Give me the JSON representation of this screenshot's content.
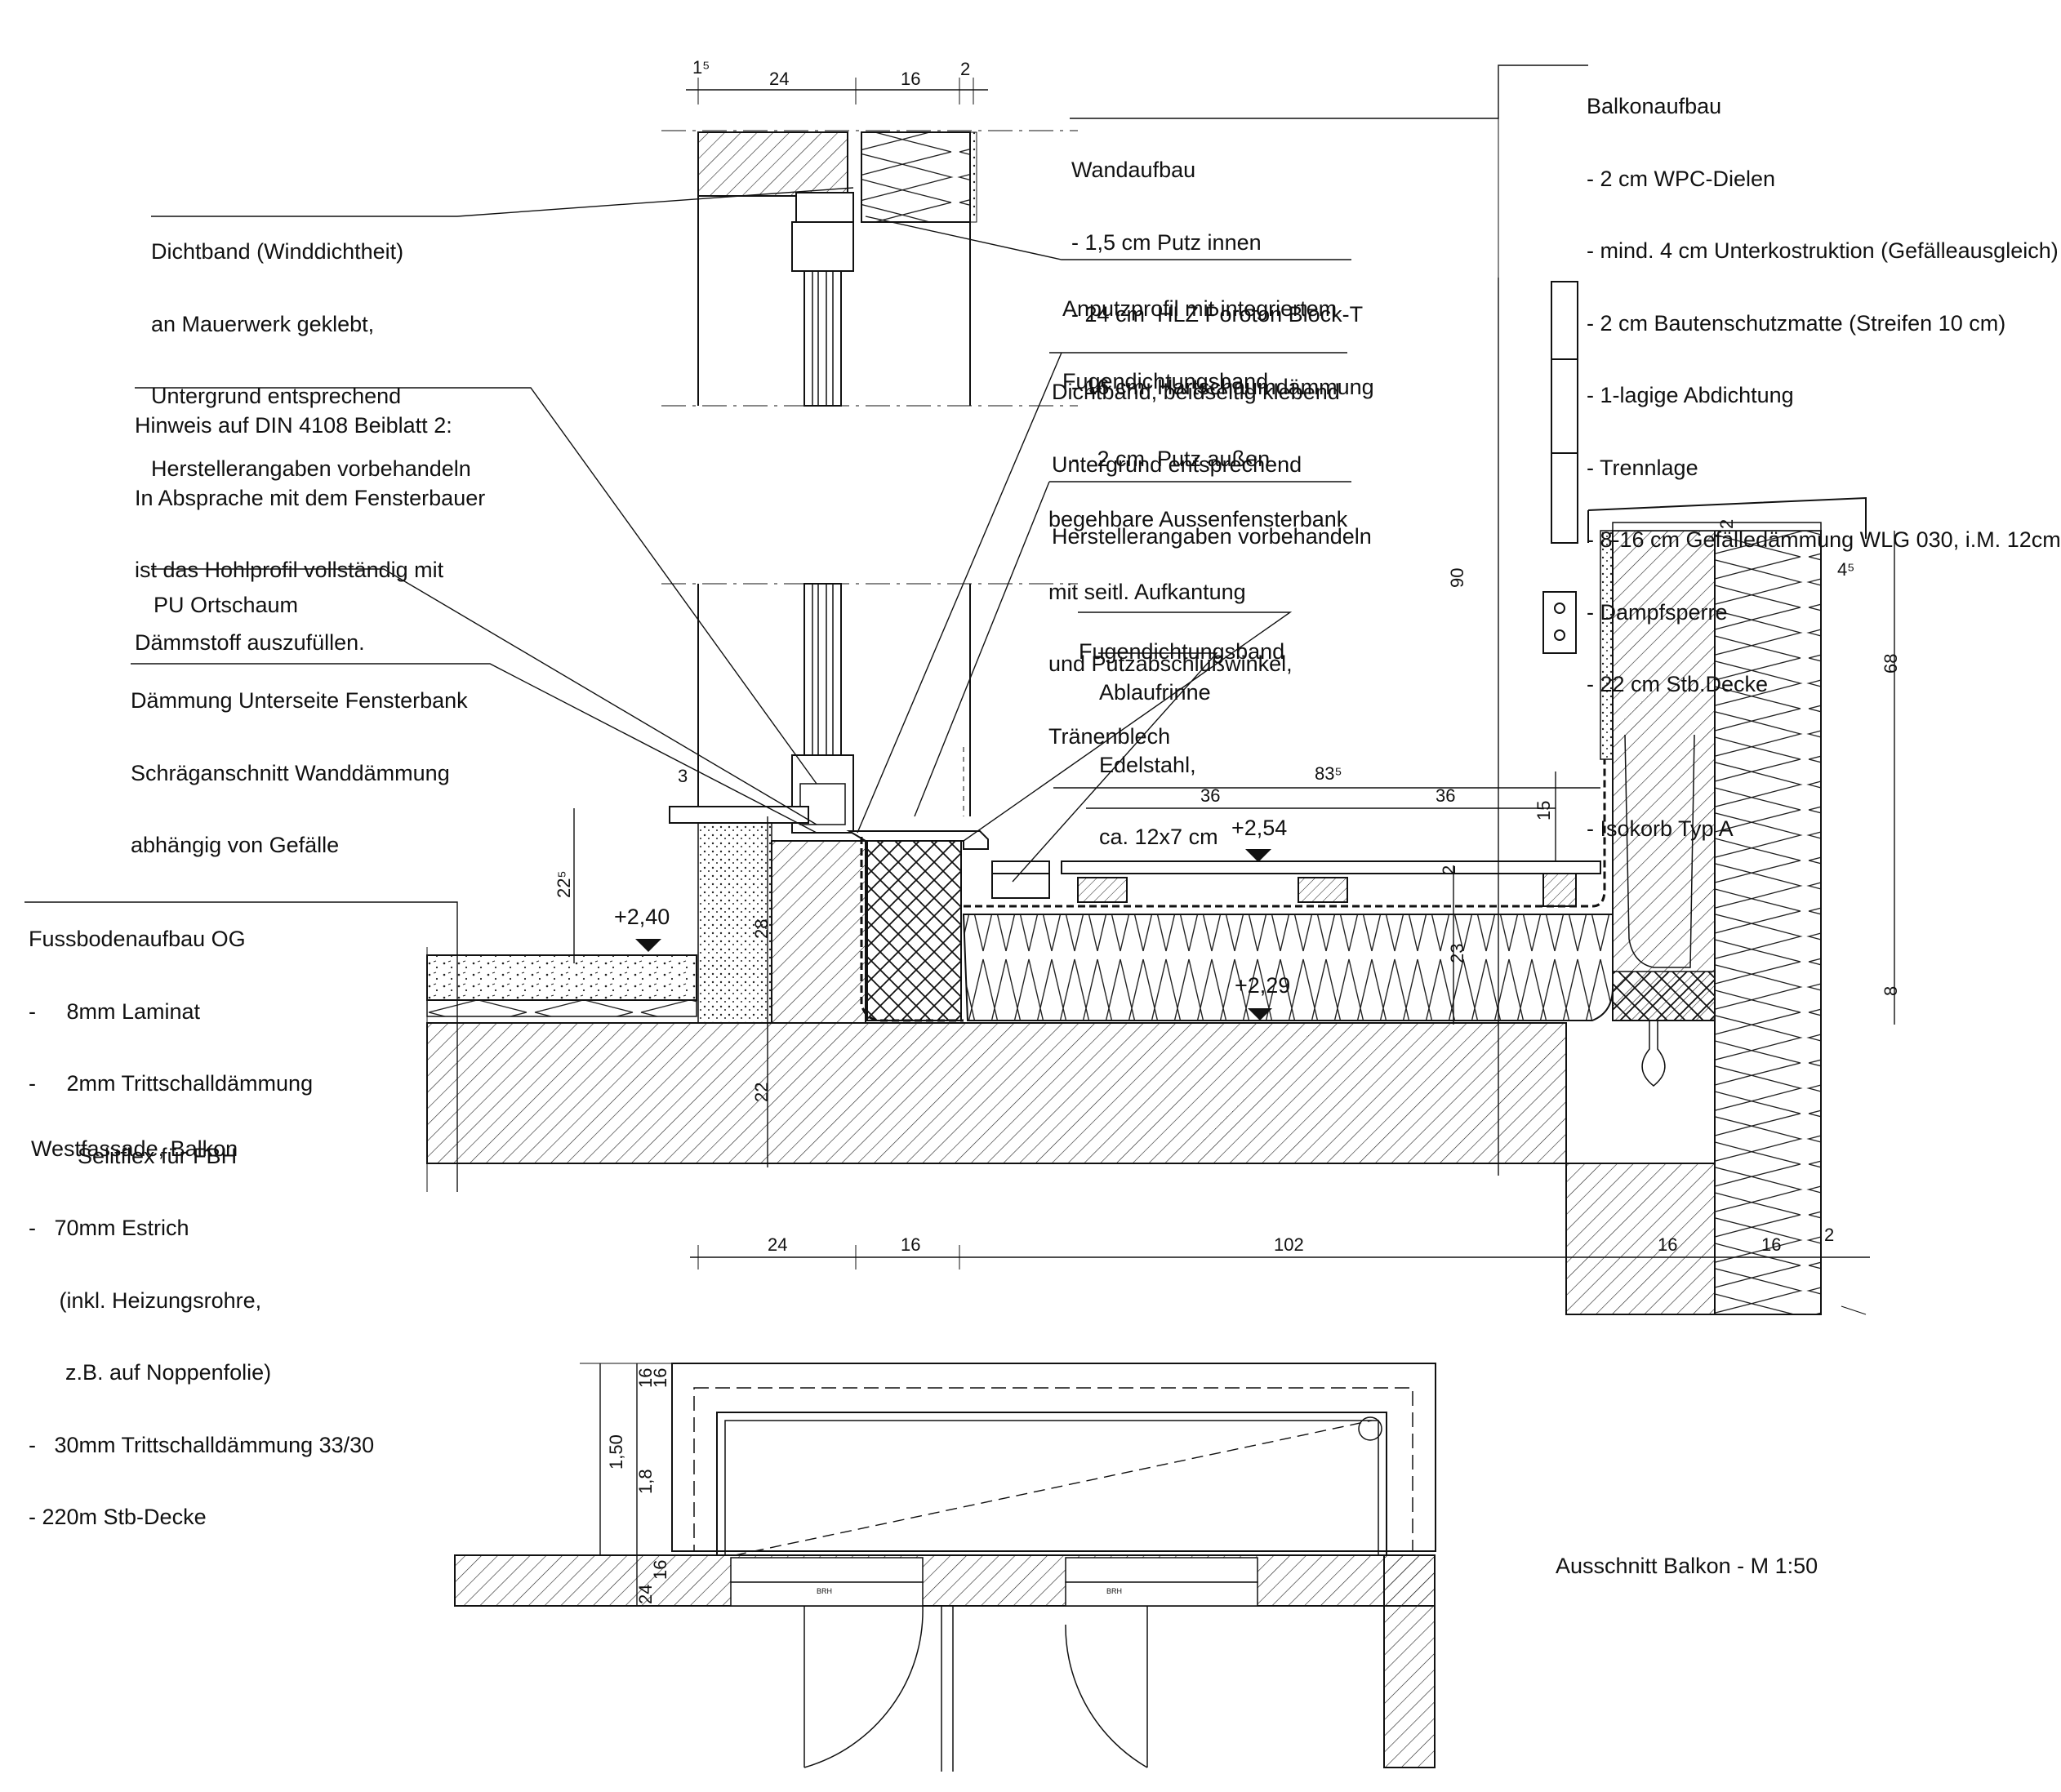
{
  "annotations": {
    "wandaufbau": {
      "heading": "Wandaufbau",
      "lines": [
        "- 1,5 cm Putz innen",
        "- 24 cm  HLZ Poroton Block-T",
        "- 16 cm  Hartschaumdämmung",
        "-   2 cm  Putz außen"
      ]
    },
    "balkonaufbau": {
      "heading": "Balkonaufbau",
      "lines": [
        "- 2 cm WPC-Dielen",
        "- mind. 4 cm Unterkostruktion (Gefälleausgleich)",
        "- 2 cm Bautenschutzmatte (Streifen 10 cm)",
        "- 1-lagige Abdichtung",
        "- Trennlage",
        "- 8-16 cm Gefälledämmung WLG 030, i.M. 12cm",
        "- Dampfsperre",
        "- 22 cm Stb.Decke",
        "",
        "- Isokorb Typ A"
      ]
    },
    "dichtband_wind": {
      "heading": "Dichtband (Winddichtheit)",
      "lines": [
        "an Mauerwerk geklebt,",
        "Untergrund entsprechend",
        "Herstellerangaben vorbehandeln"
      ]
    },
    "anputzprofil": {
      "heading": "Anputzprofil mit integriertem",
      "lines": [
        "Fugendichtungsband"
      ]
    },
    "dichtband_klebend": {
      "heading": "Dichtband, beidseitig klebend",
      "lines": [
        "Untergrund entsprechend",
        "Herstellerangaben vorbehandeln"
      ]
    },
    "hinweis_din": {
      "heading": "Hinweis auf DIN 4108 Beiblatt 2:",
      "lines": [
        "In Absprache mit dem Fensterbauer",
        "ist das Hohlprofil vollständig mit",
        "Dämmstoff auszufüllen."
      ]
    },
    "fensterbank": {
      "heading": "begehbare Aussenfensterbank",
      "lines": [
        "mit seitl. Aufkantung",
        "und Putzabschlußwinkel,",
        "Tränenblech"
      ]
    },
    "pu_ortschaum": {
      "heading": "PU Ortschaum",
      "lines": []
    },
    "fugendichtungsband": {
      "heading": "Fugendichtungsband",
      "lines": []
    },
    "ablaufrinne": {
      "heading": "Ablaufrinne",
      "lines": [
        "Edelstahl,",
        "ca. 12x7 cm"
      ]
    },
    "daemmung_unterseite": {
      "heading": "Dämmung Unterseite Fensterbank",
      "lines": [
        "Schräganschnitt Wanddämmung",
        "abhängig von Gefälle"
      ]
    },
    "fussboden": {
      "heading": "Fussbodenaufbau OG",
      "lines": [
        "-     8mm Laminat",
        "-     2mm Trittschalldämmung",
        "        Selitflex für FBH",
        "-   70mm Estrich",
        "     (inkl. Heizungsrohre,",
        "      z.B. auf Noppenfolie)",
        "-   30mm Trittschalldämmung 33/30",
        "- 220m Stb-Decke"
      ]
    }
  },
  "captions": {
    "section": "Westfassade, Balkon",
    "plan": "Ausschnitt Balkon - M 1:50"
  },
  "levels": {
    "floor": "+2,40",
    "deck": "+2,54",
    "slab": "+2,29"
  },
  "dimensions": {
    "top": [
      "1⁵",
      "24",
      "16",
      "2"
    ],
    "bottom": [
      "24",
      "16",
      "102",
      "16",
      "16",
      "2"
    ],
    "balcony": [
      "83⁵",
      "36",
      "36"
    ],
    "vertical": [
      "90",
      "68",
      "8",
      "23",
      "22",
      "28",
      "22⁵",
      "15",
      "2",
      "2",
      "4⁵"
    ],
    "small": [
      "3"
    ],
    "plan": [
      "1,50",
      "1,8",
      "16",
      "16",
      "24",
      "16"
    ]
  },
  "plan_labels": [
    "BRH",
    "BRH"
  ]
}
